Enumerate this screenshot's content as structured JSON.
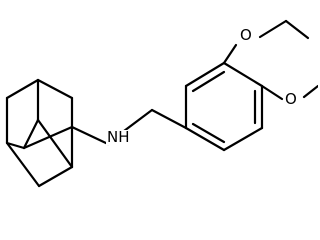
{
  "molecule": {
    "atom_labels": {
      "amine": "NH",
      "ethoxy_oxygen": "O",
      "methoxy_oxygen": "O"
    }
  }
}
